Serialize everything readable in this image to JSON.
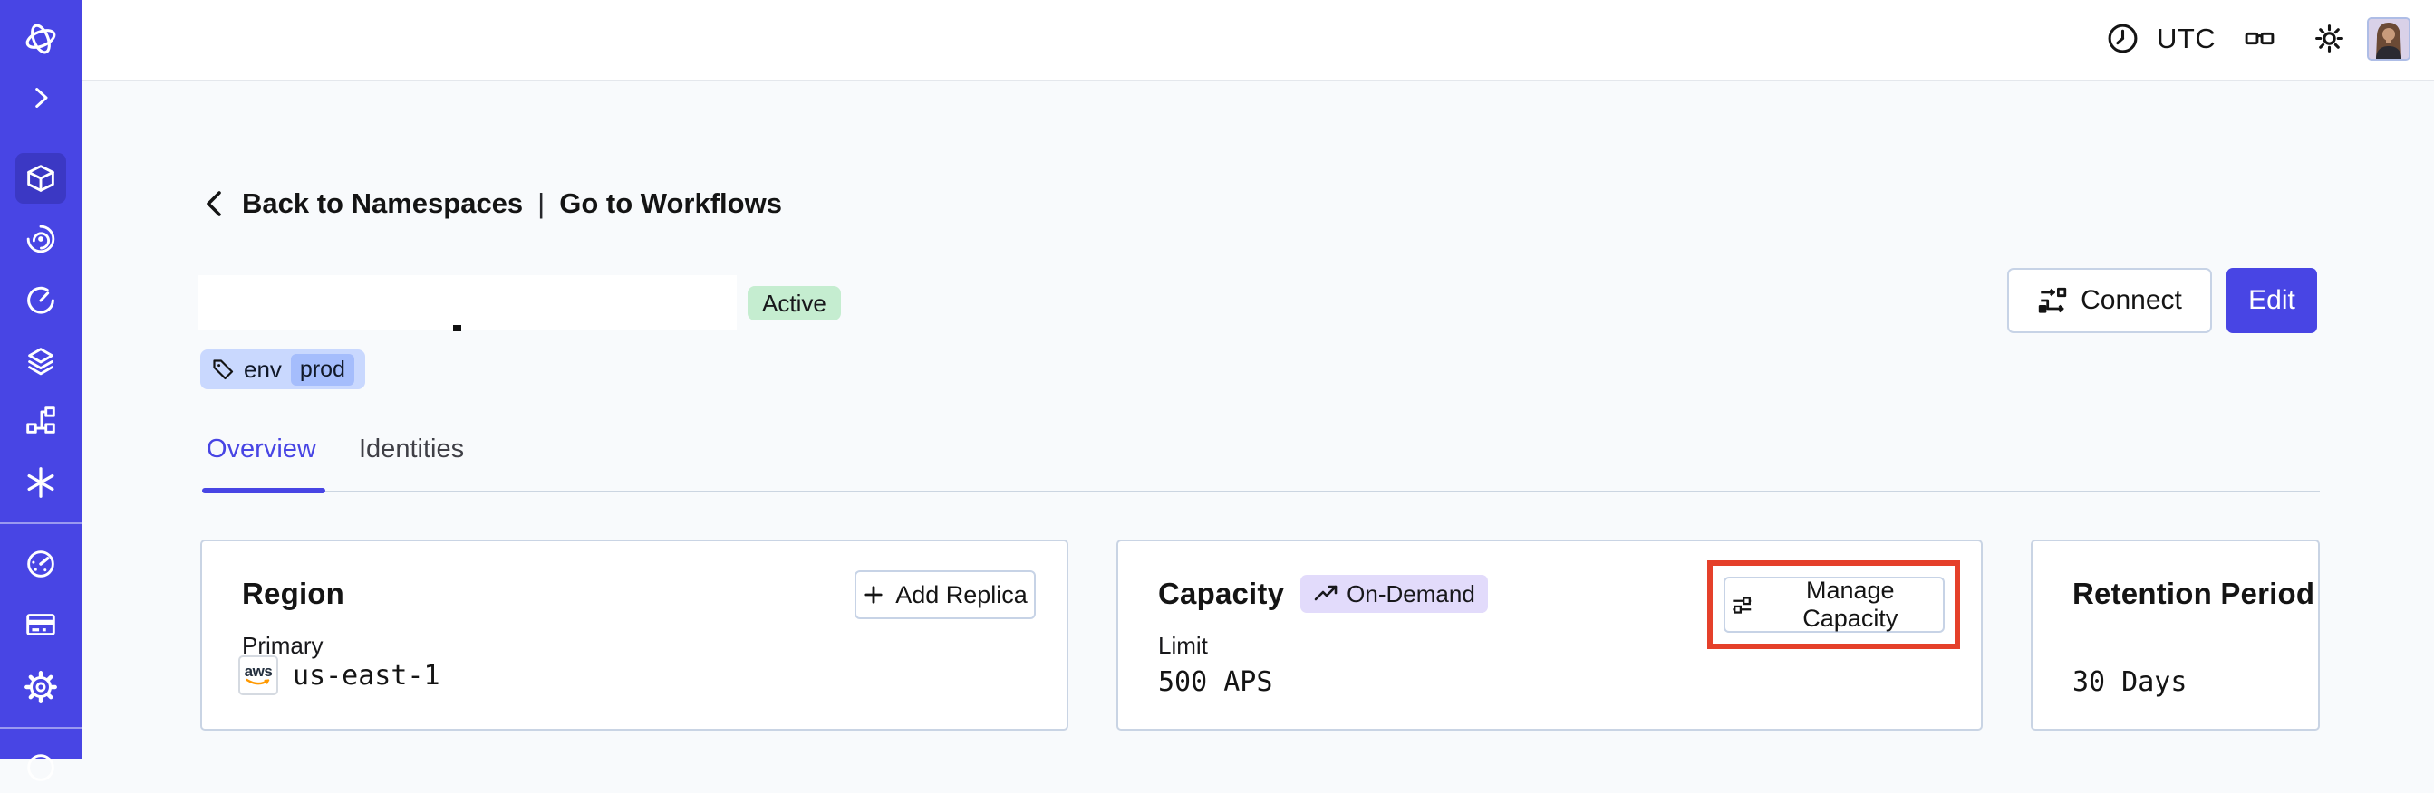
{
  "header": {
    "timezone_label": "UTC"
  },
  "nav": {
    "back_label": "Back to Namespaces",
    "separator": "|",
    "workflows_label": "Go to Workflows"
  },
  "namespace_header": {
    "status_badge": "Active",
    "tag": {
      "key": "env",
      "value": "prod"
    },
    "connect_button": "Connect",
    "edit_button": "Edit"
  },
  "tabs": {
    "overview": "Overview",
    "identities": "Identities"
  },
  "cards": {
    "region": {
      "title": "Region",
      "add_replica_button": "Add Replica",
      "label": "Primary",
      "provider": "aws",
      "value": "us-east-1"
    },
    "capacity": {
      "title": "Capacity",
      "badge": "On-Demand",
      "manage_button": "Manage Capacity",
      "label": "Limit",
      "value": "500 APS"
    },
    "retention": {
      "title": "Retention Period",
      "value": "30 Days"
    }
  },
  "icons": {
    "sidebar": [
      "temporal-logo",
      "chevron-right",
      "namespaces-cube",
      "workflows-spiral",
      "schedules-clock",
      "deployments-layers",
      "batch-pipeline",
      "nexus-asterisk",
      "usage-gauge",
      "billing-card",
      "settings-gear"
    ],
    "topbar": [
      "clock",
      "glasses",
      "sun",
      "avatar"
    ]
  },
  "colors": {
    "sidebar_bg": "#4845E4",
    "sidebar_active_bg": "#3B38C4",
    "accent_indigo": "#4845E4",
    "page_bg": "#F8FAFC",
    "status_badge_bg": "#C5EDD0",
    "tag_bg": "#C9D8FE",
    "tag_chip_bg": "#A5BDFC",
    "ondemand_badge_bg": "#E2DBFB",
    "highlight_red": "#E5402A",
    "aws_orange": "#FF9900",
    "card_border": "#C9D4E4"
  }
}
